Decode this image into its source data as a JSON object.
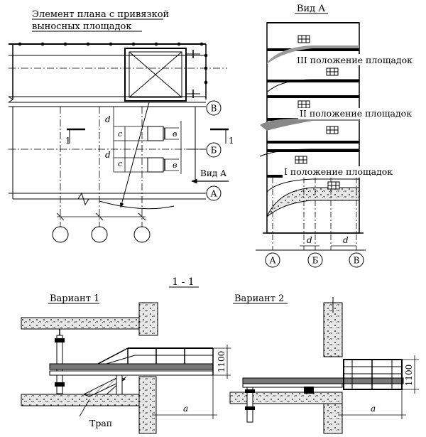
{
  "plan": {
    "title_line1": "Элемент плана с привязкой",
    "title_line2": "выносных площадок",
    "axis_labels": [
      "В",
      "Б",
      "А"
    ],
    "section_mark": "1",
    "dim_d": "d",
    "dim_c": "c",
    "dim_v": "в",
    "view_label": "Вид А"
  },
  "elevation": {
    "title": "Вид А",
    "positions": [
      "III положение площадок",
      "II положение площадок",
      "I положение площадок"
    ],
    "axis_labels": [
      "А",
      "Б",
      "В"
    ],
    "dim_d": "d"
  },
  "section": {
    "title": "1 - 1",
    "variant1": {
      "title": "Вариант 1",
      "height_dim": "1100",
      "dim_a": "a",
      "ladder_label": "Трап"
    },
    "variant2": {
      "title": "Вариант 2",
      "height_dim": "1100",
      "dim_a": "a"
    }
  }
}
